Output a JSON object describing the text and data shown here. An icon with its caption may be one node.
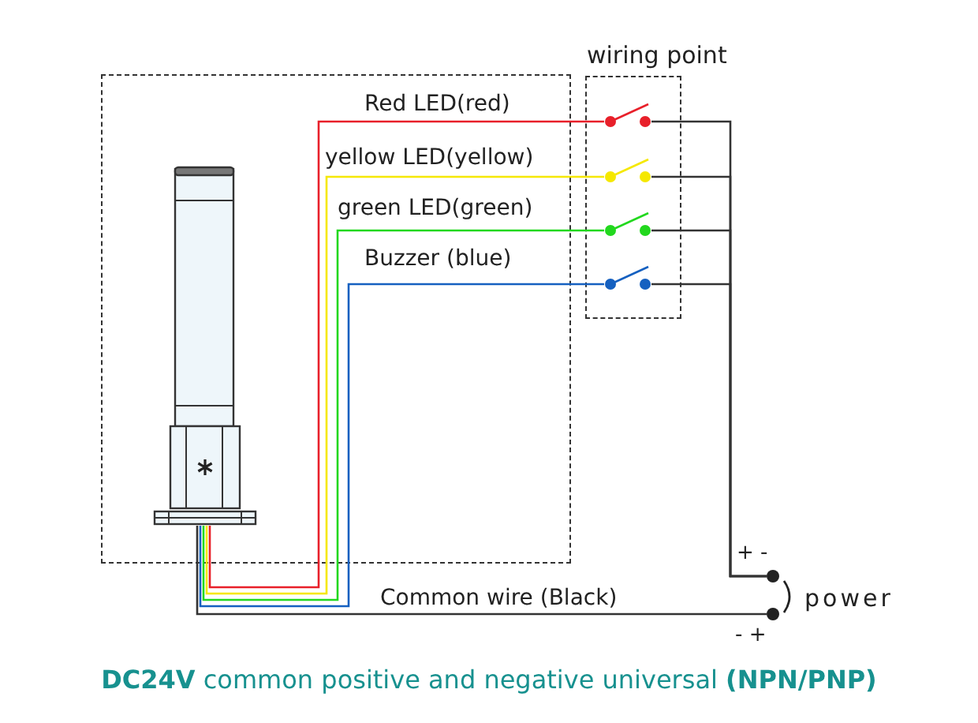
{
  "diagram": {
    "caption": "**DC24V** common positive and negative universal **(NPN/PNP)**",
    "nodes": [
      {
        "text": [],
        "shape": "box"
      },
      {
        "text": [],
        "shape": "picture",
        "in": 0
      },
      {
        "text": [
          "wiring point"
        ]
      },
      {
        "text": [],
        "shape": "switch",
        "in": 2
      },
      {
        "text": [],
        "shape": "switch",
        "in": 2
      },
      {
        "text": [],
        "shape": "switch",
        "in": 2
      },
      {
        "text": [],
        "shape": "switch",
        "in": 2
      },
      {
        "text": [],
        "shape": "circle"
      },
      {
        "text": [],
        "shape": "circle"
      }
    ],
    "edges": [
      {
        "from": 1,
        "to": 3,
        "arrow": "none",
        "label": "Red LED(red)",
        "color": "#e8202a"
      },
      {
        "from": 1,
        "to": 4,
        "arrow": "none",
        "label": "yellow LED(yellow)",
        "color": "#f5e800"
      },
      {
        "from": 1,
        "to": 5,
        "arrow": "none",
        "label": "green LED(green)",
        "color": "#22d81e"
      },
      {
        "from": 1,
        "to": 6,
        "arrow": "none",
        "label": "Buzzer (blue)",
        "color": "#1560c0"
      },
      {
        "from": 3,
        "to": 7,
        "arrow": "none"
      },
      {
        "from": 4,
        "to": 7,
        "arrow": "none"
      },
      {
        "from": 5,
        "to": 7,
        "arrow": "none"
      },
      {
        "from": 6,
        "to": 7,
        "arrow": "none"
      },
      {
        "from": 1,
        "to": 8,
        "arrow": "none",
        "label": "Common wire (Black)"
      }
    ],
    "labels": [
      "+ -",
      "power",
      "- +"
    ]
  }
}
